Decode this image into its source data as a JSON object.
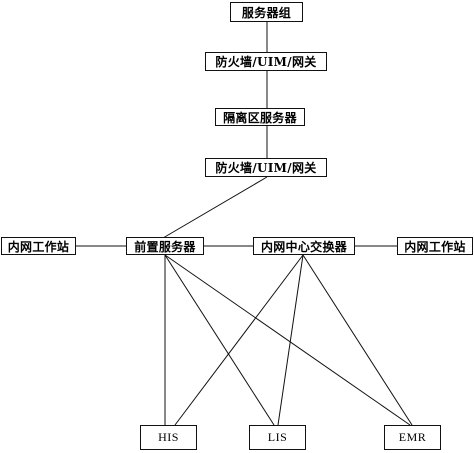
{
  "nodes": {
    "server_group": "服务器组",
    "firewall_top": "防火墙/UIM/网关",
    "dmz_server": "隔离区服务器",
    "firewall_bottom": "防火墙/UIM/网关",
    "intranet_ws_left": "内网工作站",
    "front_server": "前置服务器",
    "core_switch": "内网中心交换器",
    "intranet_ws_right": "内网工作站",
    "his": "HIS",
    "lis": "LIS",
    "emr": "EMR"
  }
}
